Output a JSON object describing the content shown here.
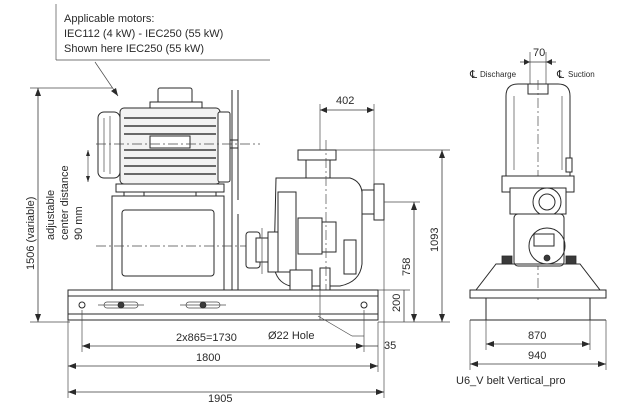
{
  "motor_note": {
    "line1": "Applicable motors:",
    "line2": "IEC112 (4 kW) - IEC250 (55 kW)",
    "line3": "Shown here IEC250 (55 kW)"
  },
  "dimensions": {
    "discharge_to_centerline": "402",
    "vertical_variable": "1506 (variable)",
    "adjustable_line1": "adjustable",
    "adjustable_line2": "center distance",
    "adjustable_line3": "90 mm",
    "height_1093": "1093",
    "height_758": "758",
    "height_200": "200",
    "hole_spacing": "2x865=1730",
    "hole_diameter": "Ø22 Hole",
    "edge_35": "35",
    "length_1800": "1800",
    "length_1905": "1905",
    "offset_70": "70",
    "width_870": "870",
    "width_940": "940"
  },
  "side_view": {
    "discharge_label": "Discharge",
    "suction_label": "Suction",
    "centerline_symbol": "℄"
  },
  "caption": "U6_V belt Vertical_pro"
}
